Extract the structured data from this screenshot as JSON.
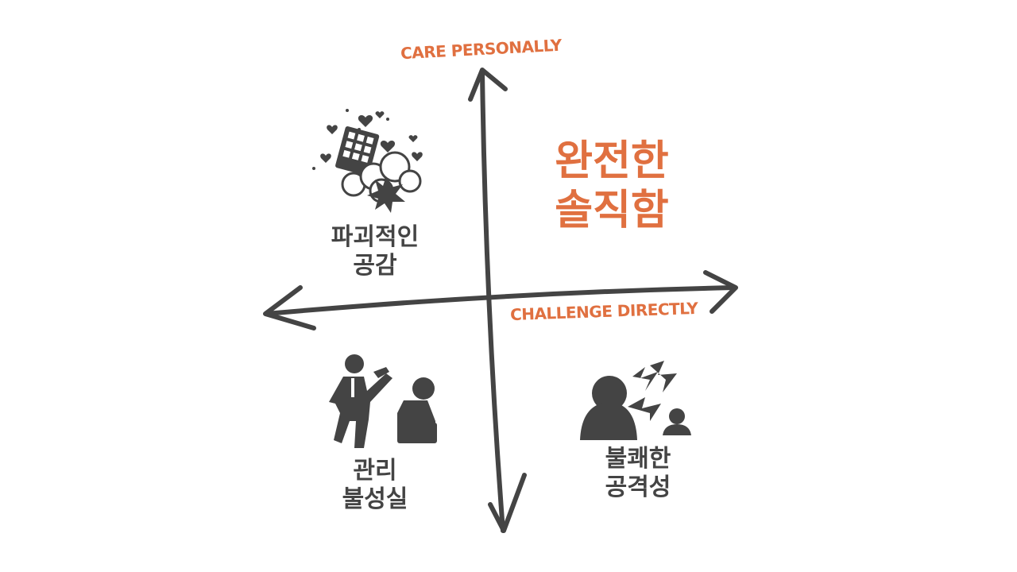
{
  "axes": {
    "vertical_label": "CARE PERSONALLY",
    "horizontal_label": "CHALLENGE DIRECTLY"
  },
  "quadrants": {
    "top_left": {
      "line1": "파괴적인",
      "line2": "공감",
      "icon": "hearts-box-explosion-icon"
    },
    "top_right": {
      "line1": "완전한",
      "line2": "솔직함"
    },
    "bottom_left": {
      "line1": "관리",
      "line2": "불성실",
      "icon": "boss-scolding-person-icon"
    },
    "bottom_right": {
      "line1": "불쾌한",
      "line2": "공격성",
      "icon": "shouting-person-icon"
    }
  },
  "colors": {
    "accent": "#e07040",
    "ink": "#444444"
  }
}
